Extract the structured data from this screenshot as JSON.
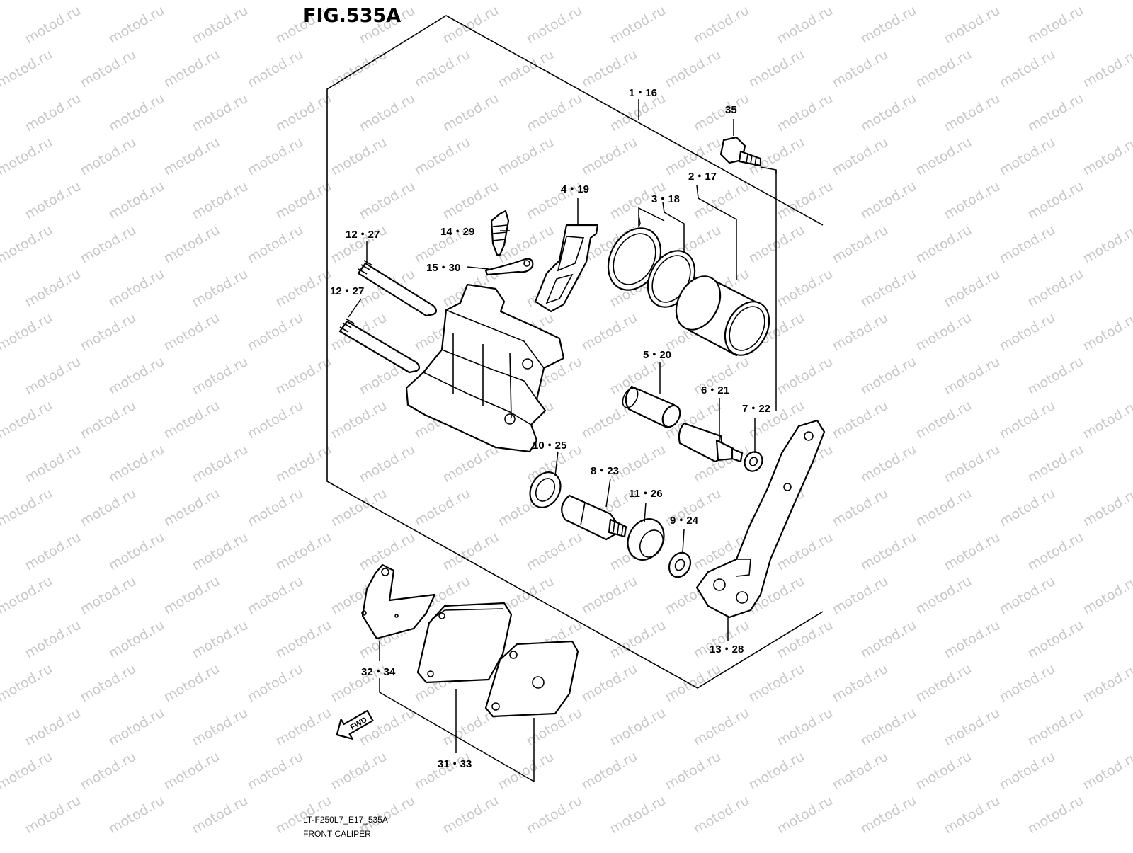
{
  "figure": {
    "title": "FIG.535A",
    "code": "LT-F250L7_E17_535A",
    "caption": "FRONT CALIPER",
    "watermark": "motod.ru",
    "fwd_arrow_label": "FWD"
  },
  "callouts": {
    "c1": "1・16",
    "c2": "2・17",
    "c3": "3・18",
    "c4": "4・19",
    "c5": "5・20",
    "c6": "6・21",
    "c7": "7・22",
    "c8": "8・23",
    "c9": "9・24",
    "c10": "10・25",
    "c11": "11・26",
    "c12a": "12・27",
    "c12b": "12・27",
    "c13": "13・28",
    "c14": "14・29",
    "c15": "15・30",
    "c31": "31・33",
    "c32": "32・34",
    "c35": "35"
  },
  "parts": {
    "p1": "caliper-body-icon",
    "p2": "piston-icon",
    "p3": "piston-seal-icon",
    "p4": "pad-spring-icon",
    "p5": "slide-pin-boot-icon",
    "p6": "slide-pin-bolt-icon",
    "p7": "washer-icon",
    "p8": "slide-pin-icon",
    "p9": "washer-icon",
    "p10": "boot-icon",
    "p11": "boot-icon",
    "p12": "pad-pin-icon",
    "p13": "caliper-bracket-icon",
    "p14": "bleeder-valve-icon",
    "p15": "clip-icon",
    "p31": "brake-pad-icon",
    "p32": "pad-shim-icon",
    "p35": "bolt-icon"
  }
}
